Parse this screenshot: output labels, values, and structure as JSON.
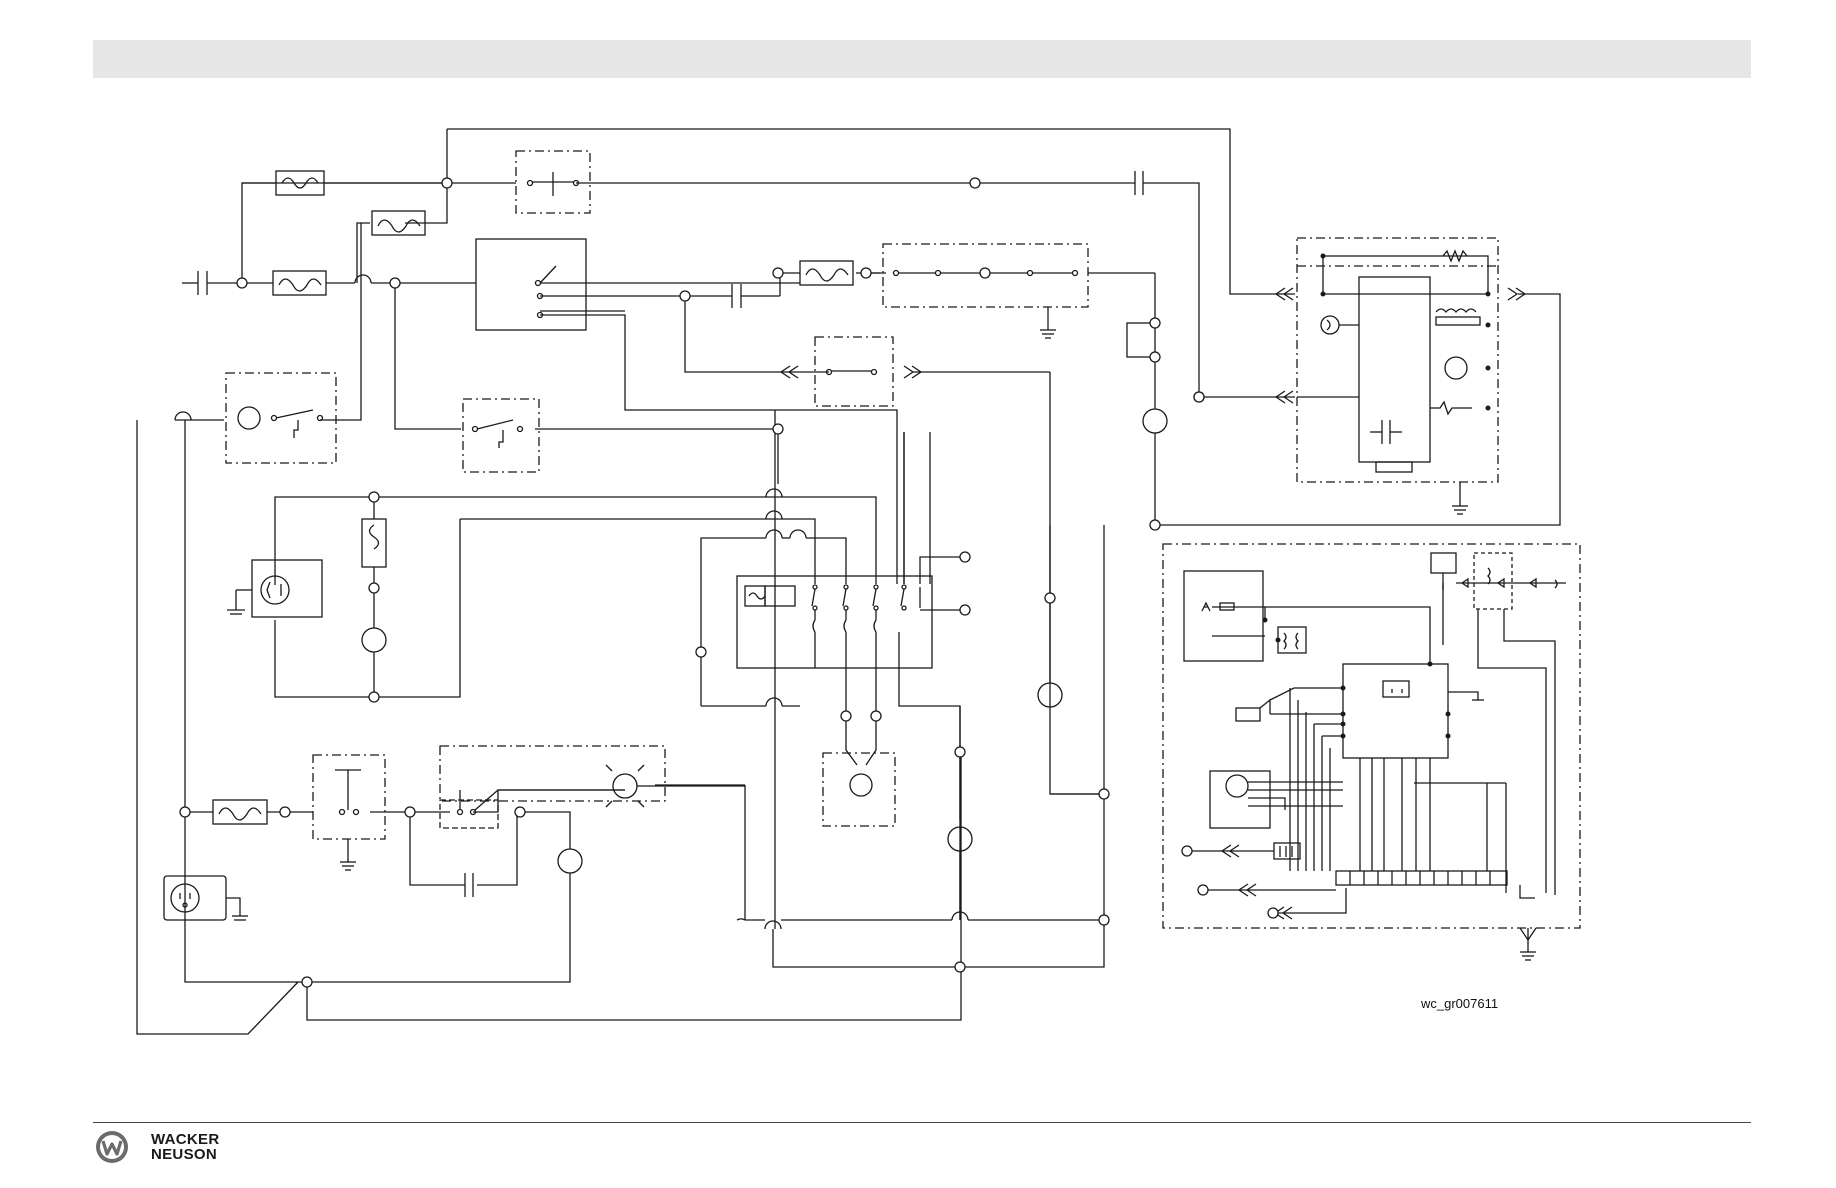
{
  "page": {
    "header_color": "#e6e6e6",
    "line_color": "#1a1a1a"
  },
  "diagram": {
    "reference_code": "wc_gr007611"
  },
  "footer": {
    "brand_line1": "WACKER",
    "brand_line2": "NEUSON",
    "logo_icon": "wacker-neuson-logo-icon"
  }
}
